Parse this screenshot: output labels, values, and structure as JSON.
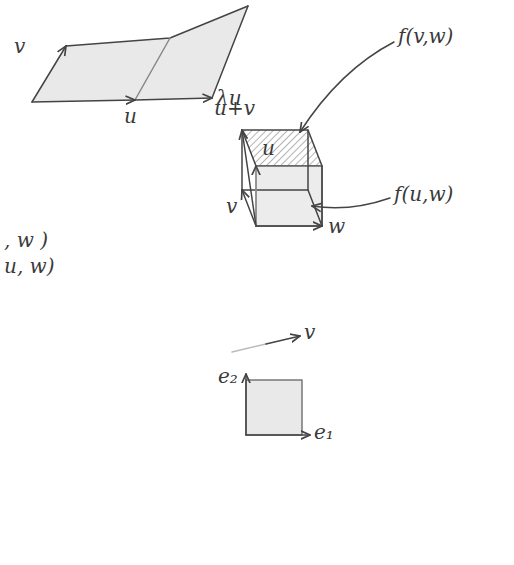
{
  "diagram": {
    "labels": [
      "v",
      "u",
      "λu",
      "u+v",
      "f(v,w)",
      "u",
      ", w )",
      "v",
      "u, w)",
      "w",
      "f(u,w)",
      "v",
      "e₂",
      "e₁"
    ]
  }
}
